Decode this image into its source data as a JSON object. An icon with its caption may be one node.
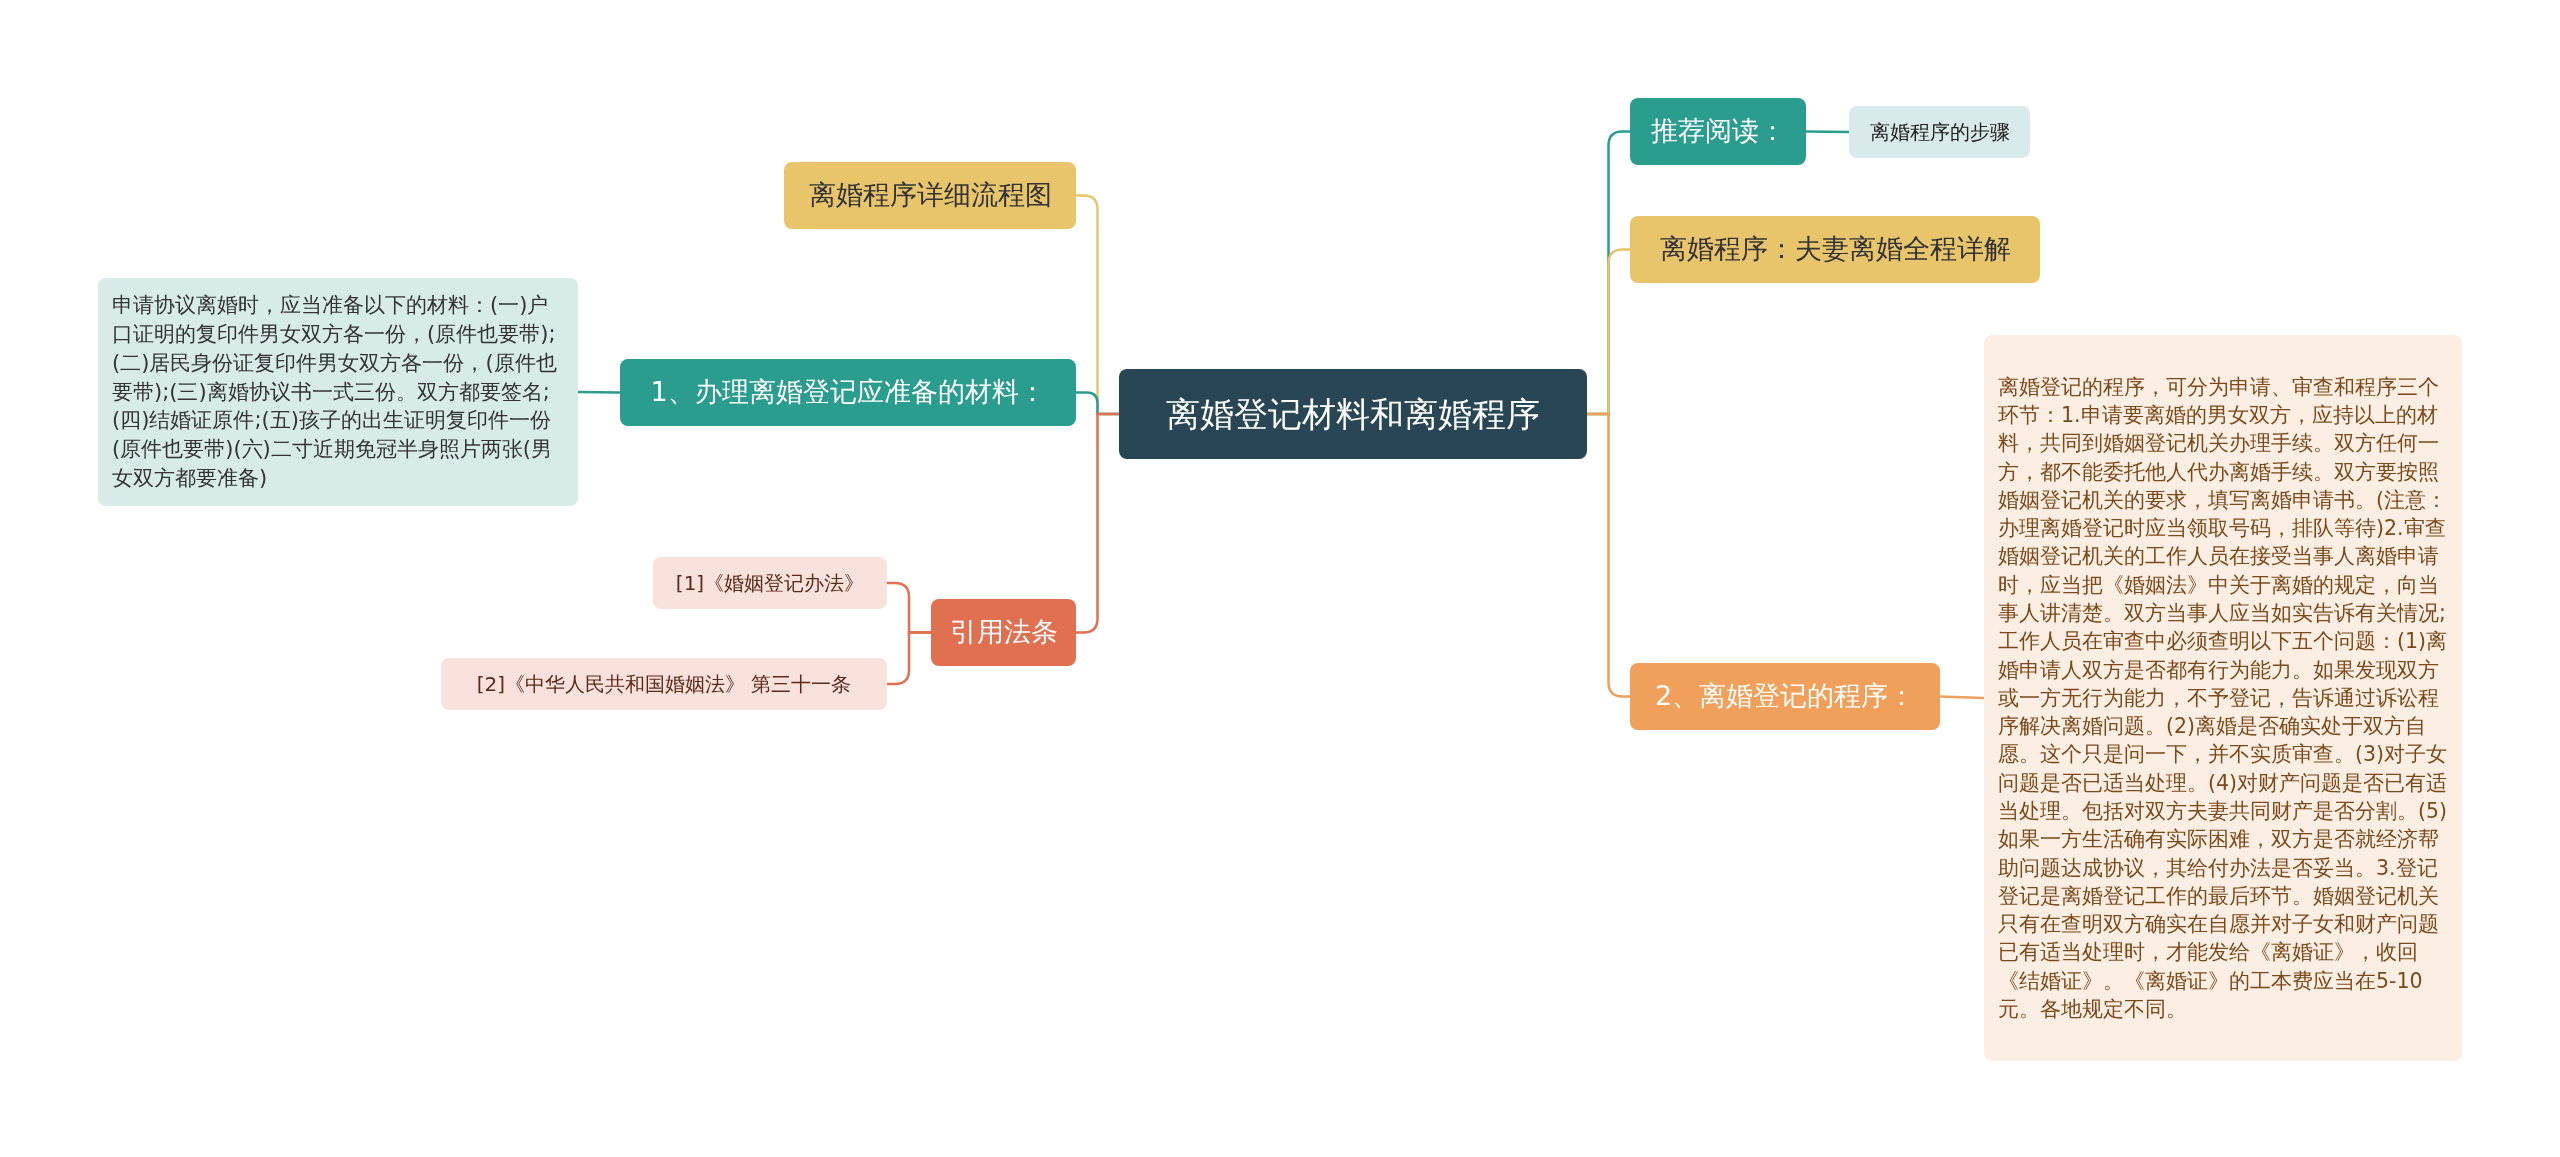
{
  "diagram": {
    "nodes": [
      {
        "text": [
          "离婚登记材料和离婚程序"
        ]
      },
      {
        "text": [
          "离婚程序详细流程图"
        ]
      },
      {
        "text": [
          "1、办理离婚登记应准备的材料："
        ]
      },
      {
        "text": [
          "申请协议离婚时，应当准备以下的材料：(一)户口证明的复印件男女双方各一份，(原件也要带);(二)居民身份证复印件男女双方各一份，(原件也要带);(三)离婚协议书一式三份。双方都要签名;(四)结婚证原件;(五)孩子的出生证明复印件一份(原件也要带)(六)二寸近期免冠半身照片两张(男女双方都要准备)"
        ]
      },
      {
        "text": [
          "引用法条"
        ]
      },
      {
        "text": [
          "[1]《婚姻登记办法》"
        ]
      },
      {
        "text": [
          "[2]《中华人民共和国婚姻法》 第三十一条"
        ]
      },
      {
        "text": [
          "推荐阅读："
        ]
      },
      {
        "text": [
          "离婚程序的步骤"
        ]
      },
      {
        "text": [
          "离婚程序：夫妻离婚全程详解"
        ]
      },
      {
        "text": [
          "2、离婚登记的程序："
        ]
      },
      {
        "text": [
          "离婚登记的程序，可分为申请、审查和程序三个环节：1.申请要离婚的男女双方，应持以上的材料，共同到婚姻登记机关办理手续。双方任何一方，都不能委托他人代办离婚手续。双方要按照婚姻登记机关的要求，填写离婚申请书。(注意：办理离婚登记时应当领取号码，排队等待)2.审查婚姻登记机关的工作人员在接受当事人离婚申请时，应当把《婚姻法》中关于离婚的规定，向当事人讲清楚。双方当事人应当如实告诉有关情况;工作人员在审查中必须查明以下五个问题：(1)离婚申请人双方是否都有行为能力。如果发现双方或一方无行为能力，不予登记，告诉通过诉讼程序解决离婚问题。(2)离婚是否确实处于双方自愿。这个只是问一下，并不实质审查。(3)对子女问题是否已适当处理。(4)对财产问题是否已有适当处理。包括对双方夫妻共同财产是否分割。(5)如果一方生活确有实际困难，双方是否就经济帮助问题达成协议，其给付办法是否妥当。3.登记登记是离婚登记工作的最后环节。婚姻登记机关只有在查明双方确实在自愿并对子女和财产问题已有适当处理时，才能发给《离婚证》，收回《结婚证》。《离婚证》的工本费应当在5-10元。各地规定不同。"
        ]
      }
    ],
    "edges": [
      {
        "from": 0,
        "to": 1,
        "arrow": "none",
        "color": "#e8c46a"
      },
      {
        "from": 0,
        "to": 2,
        "arrow": "none",
        "color": "#2a9d8f"
      },
      {
        "from": 2,
        "to": 3,
        "arrow": "none",
        "color": "#2a9d8f"
      },
      {
        "from": 0,
        "to": 4,
        "arrow": "none",
        "color": "#e07050"
      },
      {
        "from": 4,
        "to": 5,
        "arrow": "none",
        "color": "#e07050"
      },
      {
        "from": 4,
        "to": 6,
        "arrow": "none",
        "color": "#e07050"
      },
      {
        "from": 0,
        "to": 7,
        "arrow": "none",
        "color": "#2a9d8f"
      },
      {
        "from": 7,
        "to": 8,
        "arrow": "none",
        "color": "#2a9d8f"
      },
      {
        "from": 0,
        "to": 9,
        "arrow": "none",
        "color": "#e8c46a"
      },
      {
        "from": 0,
        "to": 10,
        "arrow": "none",
        "color": "#f0a05a"
      },
      {
        "from": 10,
        "to": 11,
        "arrow": "none",
        "color": "#f0a05a"
      }
    ]
  }
}
